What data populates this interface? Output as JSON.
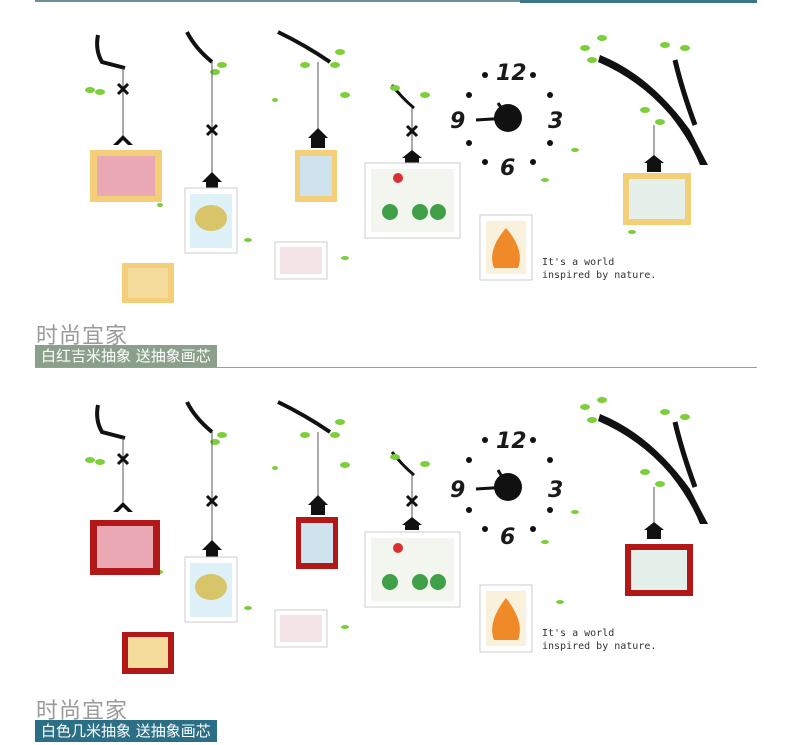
{
  "panels": [
    {
      "title": "时尚宜家",
      "subtitle": "白红吉米抽象 送抽象画芯",
      "clock": {
        "n12": "12",
        "n3": "3",
        "n6": "6",
        "n9": "9"
      },
      "slogan": {
        "line1": "It's a world",
        "line2": "inspired by nature."
      },
      "frame_colors": {
        "accent": "#f3cf7a",
        "neutral": "#ffffff"
      }
    },
    {
      "title": "时尚宜家",
      "subtitle": "白色几米抽象 送抽象画芯",
      "clock": {
        "n12": "12",
        "n3": "3",
        "n6": "6",
        "n9": "9"
      },
      "slogan": {
        "line1": "It's a world",
        "line2": "inspired by nature."
      },
      "frame_colors": {
        "accent": "#b21818",
        "neutral": "#ffffff"
      }
    }
  ],
  "colors": {
    "leaf": "#7ccf3a",
    "branch": "#111111",
    "bar_panel1": "#8aa08a",
    "bar_panel2": "#2b6f86"
  }
}
